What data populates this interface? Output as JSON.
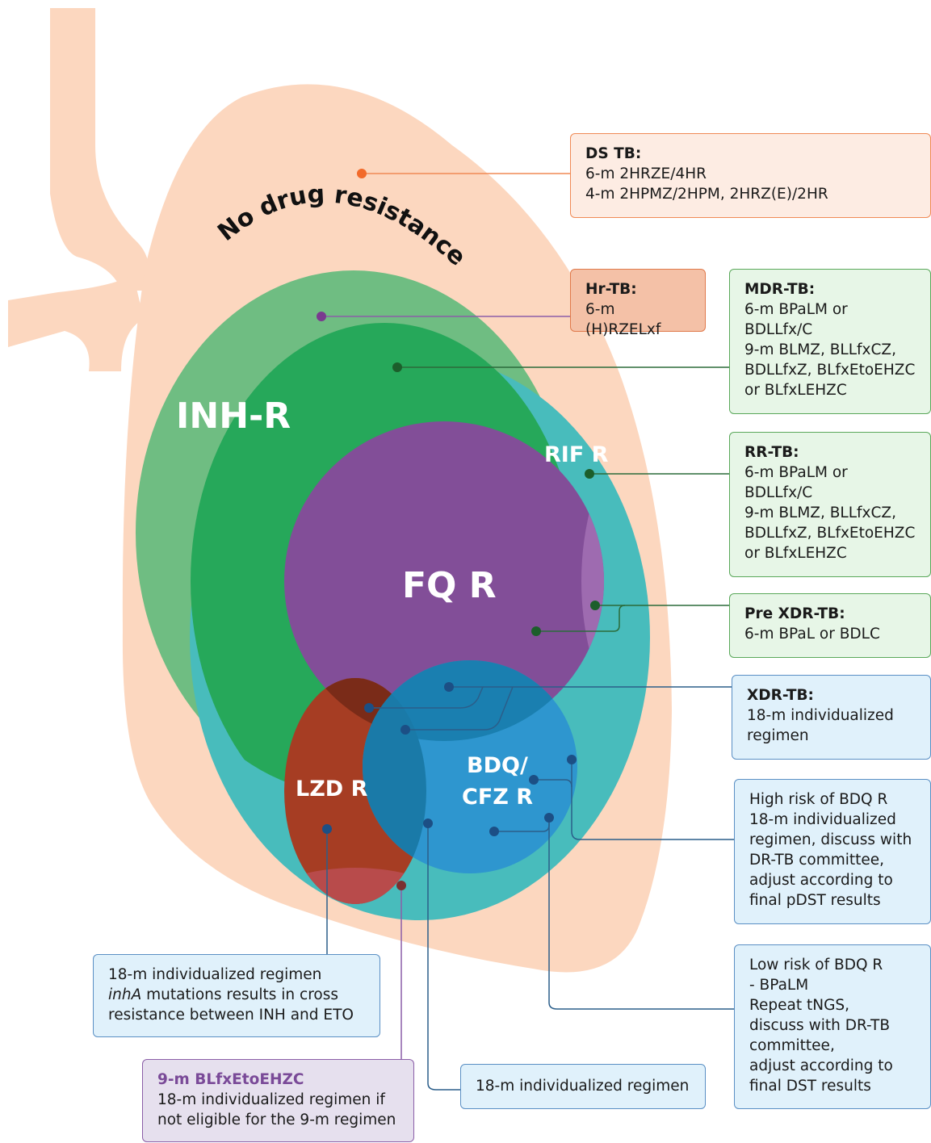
{
  "title_arc": "No drug resistance",
  "regions": {
    "inh": "INH-R",
    "rif": "RIF R",
    "fq": "FQ R",
    "lzd": "LZD R",
    "bdq1": "BDQ/",
    "bdq2": "CFZ R"
  },
  "boxes": {
    "ds": {
      "title": "DS TB:",
      "lines": [
        "6-m 2HRZE/4HR",
        "4-m 2HPMZ/2HPM, 2HRZ(E)/2HR"
      ]
    },
    "hr": {
      "title": "Hr-TB:",
      "lines": [
        "6-m (H)RZELxf"
      ]
    },
    "mdr": {
      "title": "MDR-TB:",
      "lines": [
        "6-m BPaLM or",
        "BDLLfx/C",
        "9-m BLMZ, BLLfxCZ,",
        "BDLLfxZ, BLfxEtoEHZC",
        "or BLfxLEHZC"
      ]
    },
    "rr": {
      "title": "RR-TB:",
      "lines": [
        "6-m BPaLM or",
        "BDLLfx/C",
        "9-m BLMZ, BLLfxCZ,",
        "BDLLfxZ, BLfxEtoEHZC",
        "or BLfxLEHZC"
      ]
    },
    "prexdr": {
      "title": "Pre XDR-TB:",
      "lines": [
        "6-m BPaL or BDLC"
      ]
    },
    "xdr": {
      "title": "XDR-TB:",
      "lines": [
        "18-m individualized",
        "regimen"
      ]
    },
    "highrisk": {
      "lines": [
        "High risk of BDQ R",
        "18-m individualized",
        "regimen, discuss with",
        "DR-TB committee,",
        "adjust according to",
        "final pDST results"
      ]
    },
    "lowrisk": {
      "lines": [
        "Low risk of BDQ R",
        "- BPaLM",
        "Repeat tNGS,",
        "discuss with DR-TB",
        "committee,",
        "adjust according to",
        "final DST results"
      ]
    },
    "inha": {
      "line1": "18-m individualized regimen",
      "italic": "inhA",
      "line2_rest": " mutations results in cross",
      "line3": "resistance between INH and ETO"
    },
    "nine": {
      "title": "9-m BLfxEtoEHZC",
      "lines": [
        "18-m individualized regimen if",
        "not eligible for the 9-m regimen"
      ]
    },
    "indiv": {
      "lines": [
        "18-m individualized regimen"
      ]
    }
  },
  "colors": {
    "lung": "#fcd7bf",
    "inh": "#6fbd82",
    "mdr": "#26a85a",
    "rif": "#48bcbc",
    "fq": "#824e98",
    "lzd": "#a63d23",
    "bdq": "#2e96cf"
  }
}
